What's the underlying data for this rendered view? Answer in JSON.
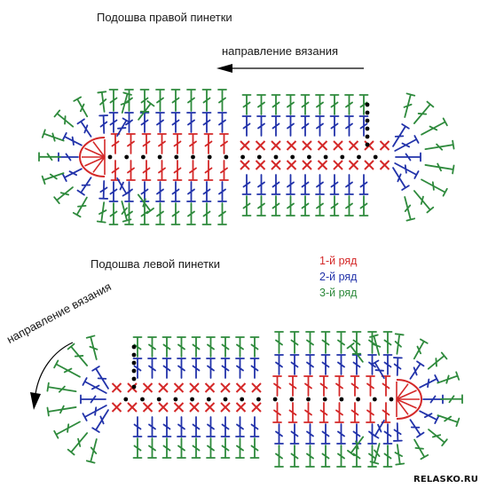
{
  "titles": {
    "right": "Подошва правой пинетки",
    "left": "Подошва левой пинетки"
  },
  "direction_label": "направление вязания",
  "legend": [
    {
      "label": "1-й ряд",
      "color": "#d42828"
    },
    {
      "label": "2-й ряд",
      "color": "#2233aa"
    },
    {
      "label": "3-й ряд",
      "color": "#2e8a3c"
    }
  ],
  "watermark": "RELASKO.RU",
  "stitch_symbols": {
    "chain": "black-dot",
    "single_crochet": "x-mark",
    "double_crochet": "t-with-slash"
  }
}
